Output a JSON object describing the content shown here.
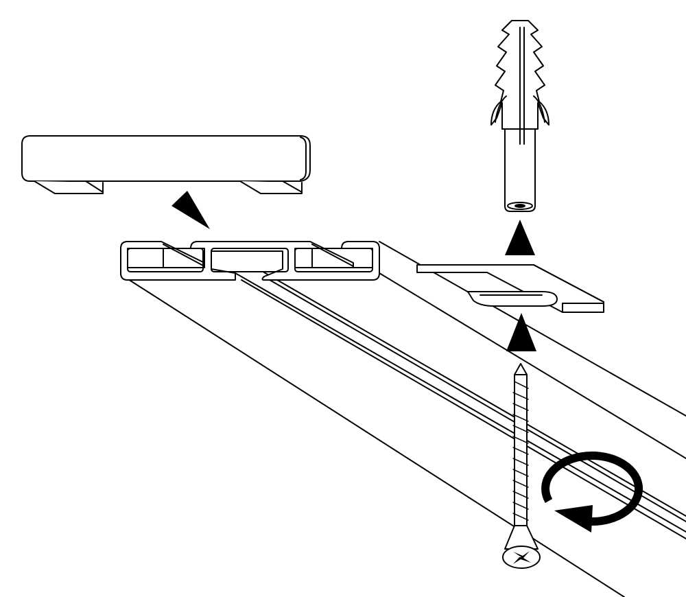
{
  "diagram": {
    "kind": "curtain-track-ceiling-mounting-instruction",
    "parts": [
      {
        "name": "end-cap",
        "icon": "end-cap-icon"
      },
      {
        "name": "aluminium-track",
        "icon": "rail-profile-icon"
      },
      {
        "name": "mounting-bracket",
        "icon": "slotted-bracket-icon"
      },
      {
        "name": "wall-plug",
        "icon": "wall-plug-icon"
      },
      {
        "name": "wood-screw",
        "icon": "screw-icon"
      }
    ],
    "arrows": [
      {
        "name": "cap-insert-arrow",
        "direction": "up-left"
      },
      {
        "name": "plug-insert-arrow",
        "direction": "up"
      },
      {
        "name": "screw-insert-arrow",
        "direction": "up"
      },
      {
        "name": "rotation-arrow",
        "direction": "clockwise"
      }
    ],
    "colors": {
      "line": "#000000",
      "background": "#ffffff"
    }
  }
}
